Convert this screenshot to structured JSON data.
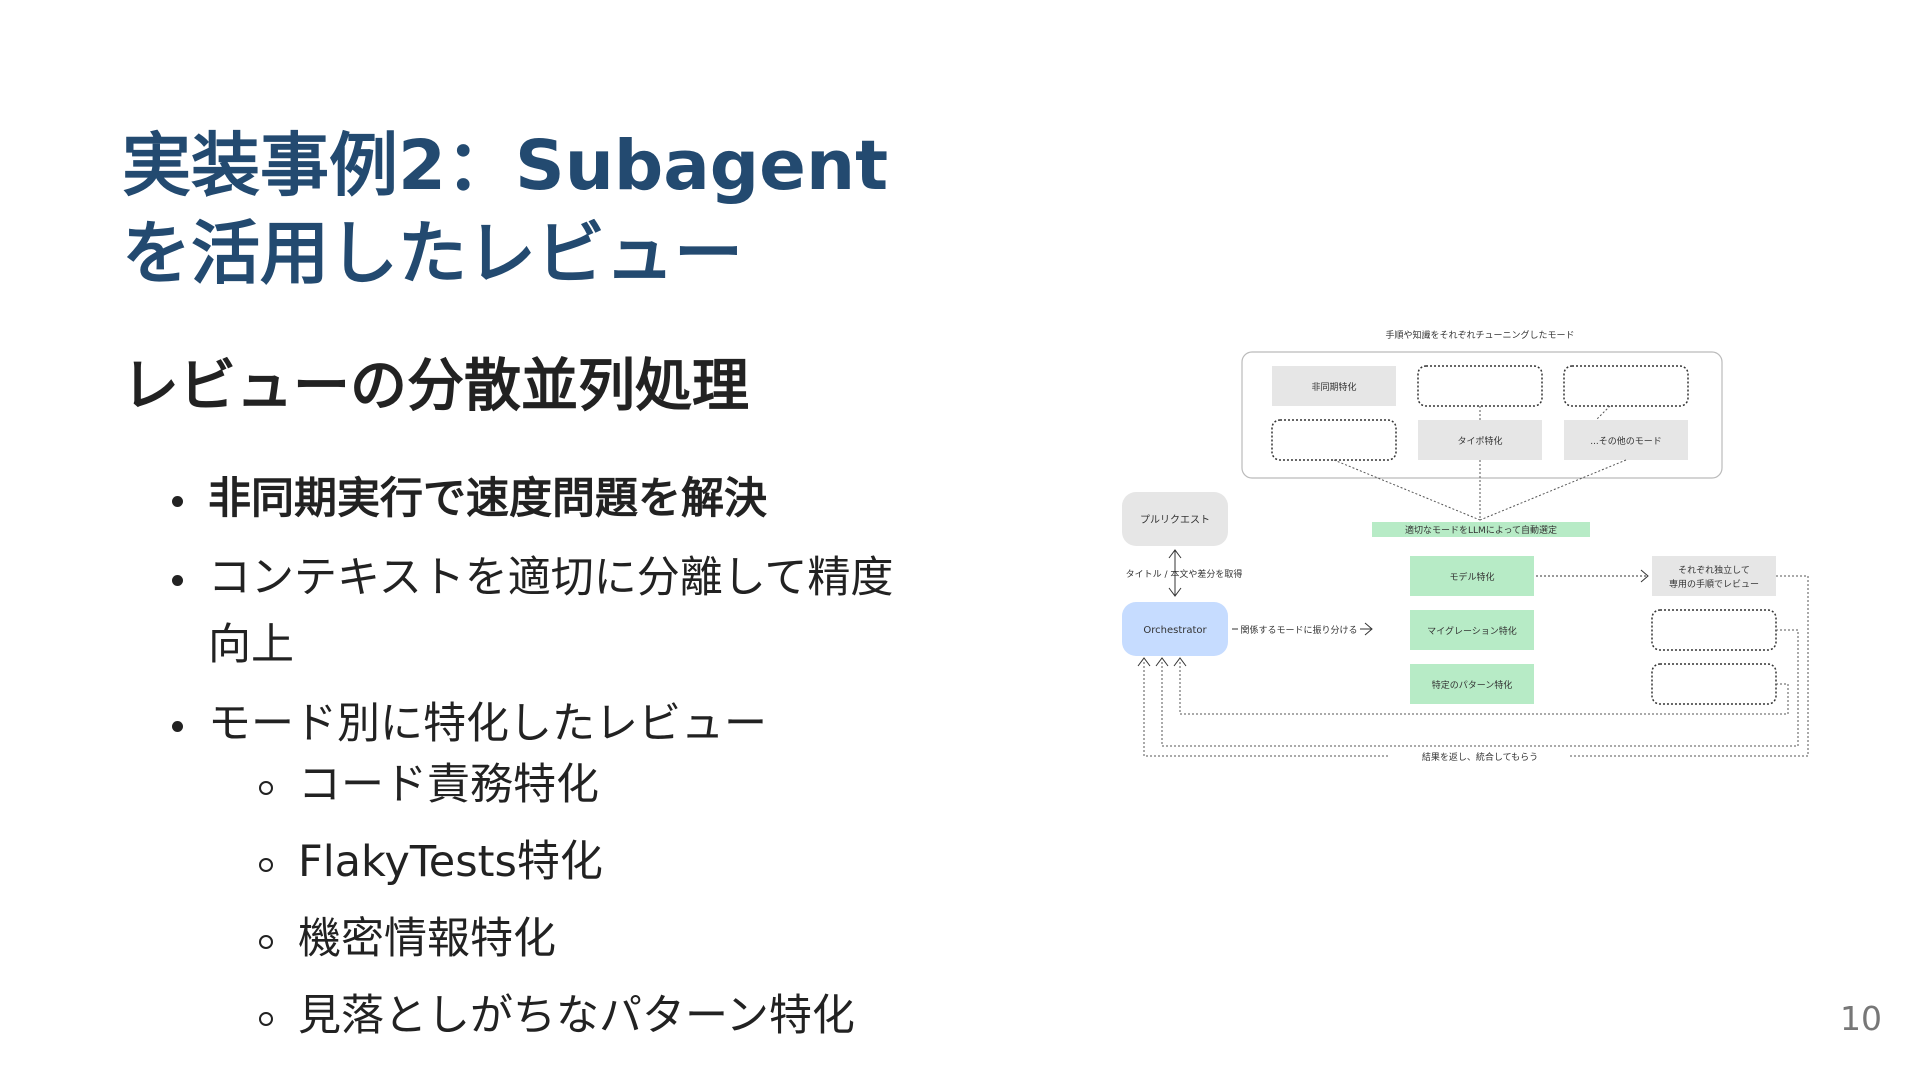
{
  "slide": {
    "title_line1": "実装事例2：Subagent",
    "title_line2": "を活用したレビュー",
    "subtitle": "レビューの分散並列処理",
    "bullets": [
      "非同期実行で速度問題を解決",
      "コンテキストを適切に分離して精度向上",
      "モード別に特化したレビュー"
    ],
    "sub_bullets": [
      "コード責務特化",
      "FlakyTests特化",
      "機密情報特化",
      "見落としがちなパターン特化"
    ],
    "page_number": "10"
  },
  "diagram": {
    "modes_caption": "手順や知識をそれぞれチューニングしたモード",
    "mode_async": "非同期特化",
    "mode_typo": "タイポ特化",
    "mode_other": "...その他のモード",
    "auto_select": "適切なモードをLLMによって自動選定",
    "pull_request": "プルリクエスト",
    "fetch_label": "タイトル / 本文や差分を取得",
    "orchestrator": "Orchestrator",
    "assign_label": "関係するモードに振り分ける",
    "mode_model": "モデル特化",
    "mode_migration": "マイグレーション特化",
    "mode_pattern": "特定のパターン特化",
    "independent_line1": "それぞれ独立して",
    "independent_line2": "専用の手順でレビュー",
    "return_label": "結果を返し、統合してもらう",
    "colors": {
      "title": "#234a70",
      "green": "#b7ebc6",
      "gray": "#e6e6e6",
      "blue": "#c6dcff"
    }
  }
}
